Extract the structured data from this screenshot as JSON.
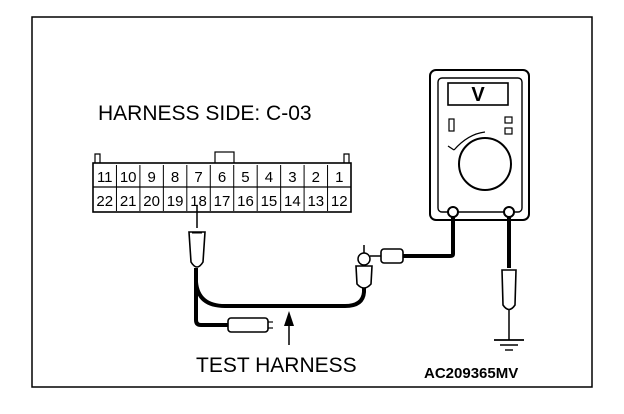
{
  "labels": {
    "harness_side": "HARNESS SIDE: C-03",
    "test_harness": "TEST HARNESS",
    "figure_code": "AC209365MV",
    "meter_symbol": "V"
  },
  "connector": {
    "top_row": [
      "11",
      "10",
      "9",
      "8",
      "7",
      "6",
      "5",
      "4",
      "3",
      "2",
      "1"
    ],
    "bottom_row": [
      "22",
      "21",
      "20",
      "19",
      "18",
      "17",
      "16",
      "15",
      "14",
      "13",
      "12"
    ],
    "probe_pin": "18"
  },
  "icons": [
    "voltmeter-icon",
    "ground-symbol-icon",
    "probe-icon",
    "test-clip-icon",
    "connector-icon"
  ],
  "colors": {
    "line": "#000000",
    "background": "#ffffff"
  }
}
